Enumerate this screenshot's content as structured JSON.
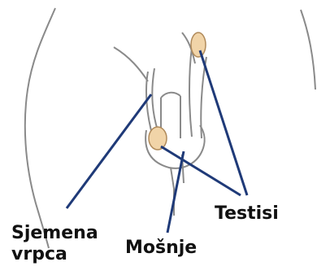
{
  "colors": {
    "outline": "#8a8a8a",
    "leader_line": "#1f3a78",
    "testis_fill": "#f1d4a8",
    "testis_stroke": "#b08a5a",
    "label_text": "#111111"
  },
  "labels": {
    "spermatic_cord_line1": "Sjemena",
    "spermatic_cord_line2": "vrpca",
    "scrotum": "Mošnje",
    "testes": "Testisi"
  }
}
